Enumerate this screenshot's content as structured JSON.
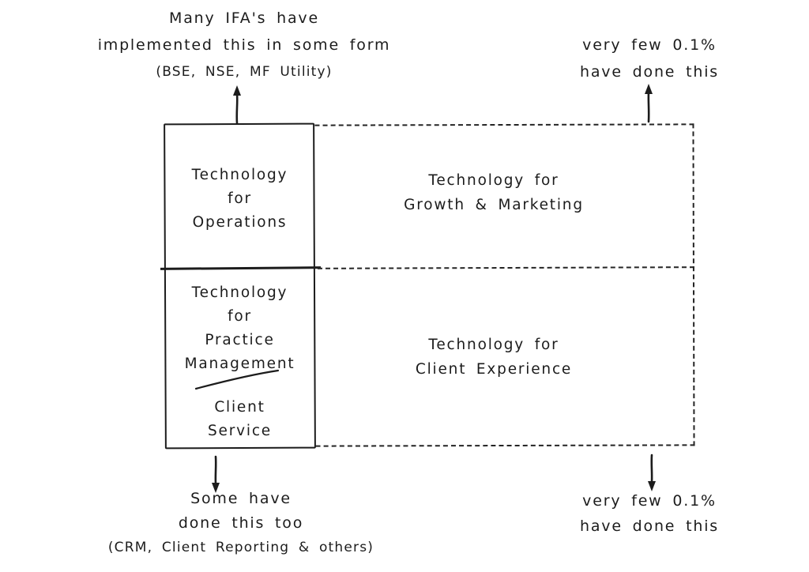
{
  "colors": {
    "ink": "#1c1c1c",
    "background": "#ffffff"
  },
  "annotations": {
    "top_left": {
      "lines": [
        "Many IFA's have",
        "implemented this in some form",
        "(BSE, NSE, MF Utility)"
      ]
    },
    "top_right": {
      "lines": [
        "very few 0.1%",
        "have done this"
      ]
    },
    "bottom_left": {
      "lines": [
        "Some have",
        "done this too",
        "(CRM, Client Reporting & others)"
      ]
    },
    "bottom_right": {
      "lines": [
        "very few 0.1%",
        "have done this"
      ]
    }
  },
  "matrix": {
    "top_left_cell": {
      "lines": [
        "Technology",
        "for",
        "Operations"
      ]
    },
    "bottom_left_cell": {
      "lines": [
        "Technology",
        "for",
        "Practice",
        "Management"
      ],
      "sub_lines": [
        "Client",
        "Service"
      ]
    },
    "top_right_cell": {
      "lines": [
        "Technology for",
        "Growth & Marketing"
      ]
    },
    "bottom_right_cell": {
      "lines": [
        "Technology for",
        "Client Experience"
      ]
    }
  },
  "icons": {
    "arrow_up": "↑",
    "arrow_down": "↓"
  }
}
